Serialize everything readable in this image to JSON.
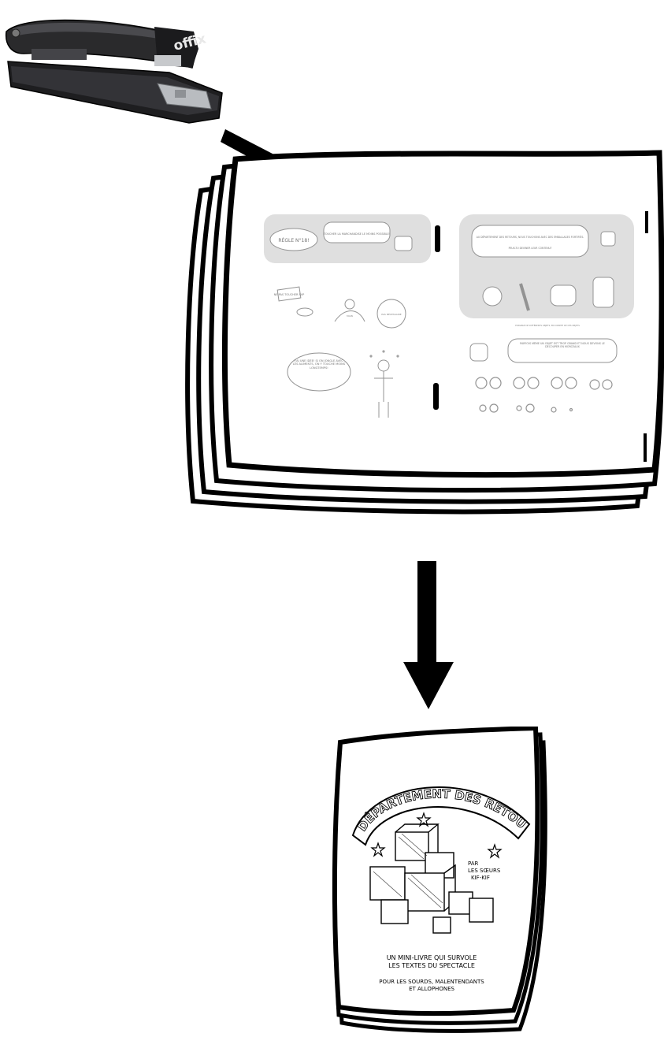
{
  "stapler": {
    "brand": "offix",
    "icon": "stapler-icon",
    "body_color": "#2a2a2c",
    "plate_color": "#b9bcc0"
  },
  "arrows": {
    "color": "#000000",
    "first": "arrow-down-right-icon",
    "second": "arrow-down-icon"
  },
  "spread": {
    "left_page": {
      "rule_title": "RÈGLE N°18!",
      "rule_bubble": "TOUCHER LA MARCHANDISE LE MOINS POSSIBLE!",
      "sign_text": "NE PAS TOUCHER SVP",
      "pan_label": "MAIN",
      "round_label": "PAS NÉCESSAIRE",
      "juggler_bubble": "J'AI UNE IDÉE! SI ON JONGLE AVEC LES ALIMENTS, ON Y TOUCHE MOINS LONGTEMPS!"
    },
    "right_page": {
      "top_bubble_line1": "AU DÉPARTEMENT DES RETOURS, NOUS TOUCHONS AVEC DES EMBALLAGES FORTIFIÉS.",
      "top_bubble_line2": "PEUX-TU DEVINER LEUR CONTENU?",
      "caption": "POSSIBLE DE DIFFÉRENTS OBJETS, EN COMPTE DE CES OBJETS",
      "bottom_bubble": "PARFOIS MÊME UN OBJET EST TROP GRAND ET NOUS DEVONS LE DÉCOUPER EN MORCEAUX"
    }
  },
  "booklet": {
    "arc_title": "DÉPARTEMENT DES RETOURS",
    "by_line1": "PAR",
    "by_line2": "LES SŒURS",
    "by_line3": "KIF-KIF",
    "subtitle_line1": "UN MINI-LIVRE QUI SURVOLE",
    "subtitle_line2": "LES TEXTES DU SPECTACLE",
    "audience_line1": "POUR LES SOURDS, MALENTENDANTS",
    "audience_line2": "ET ALLOPHONES",
    "icons": [
      "box-icon",
      "star-icon"
    ]
  }
}
